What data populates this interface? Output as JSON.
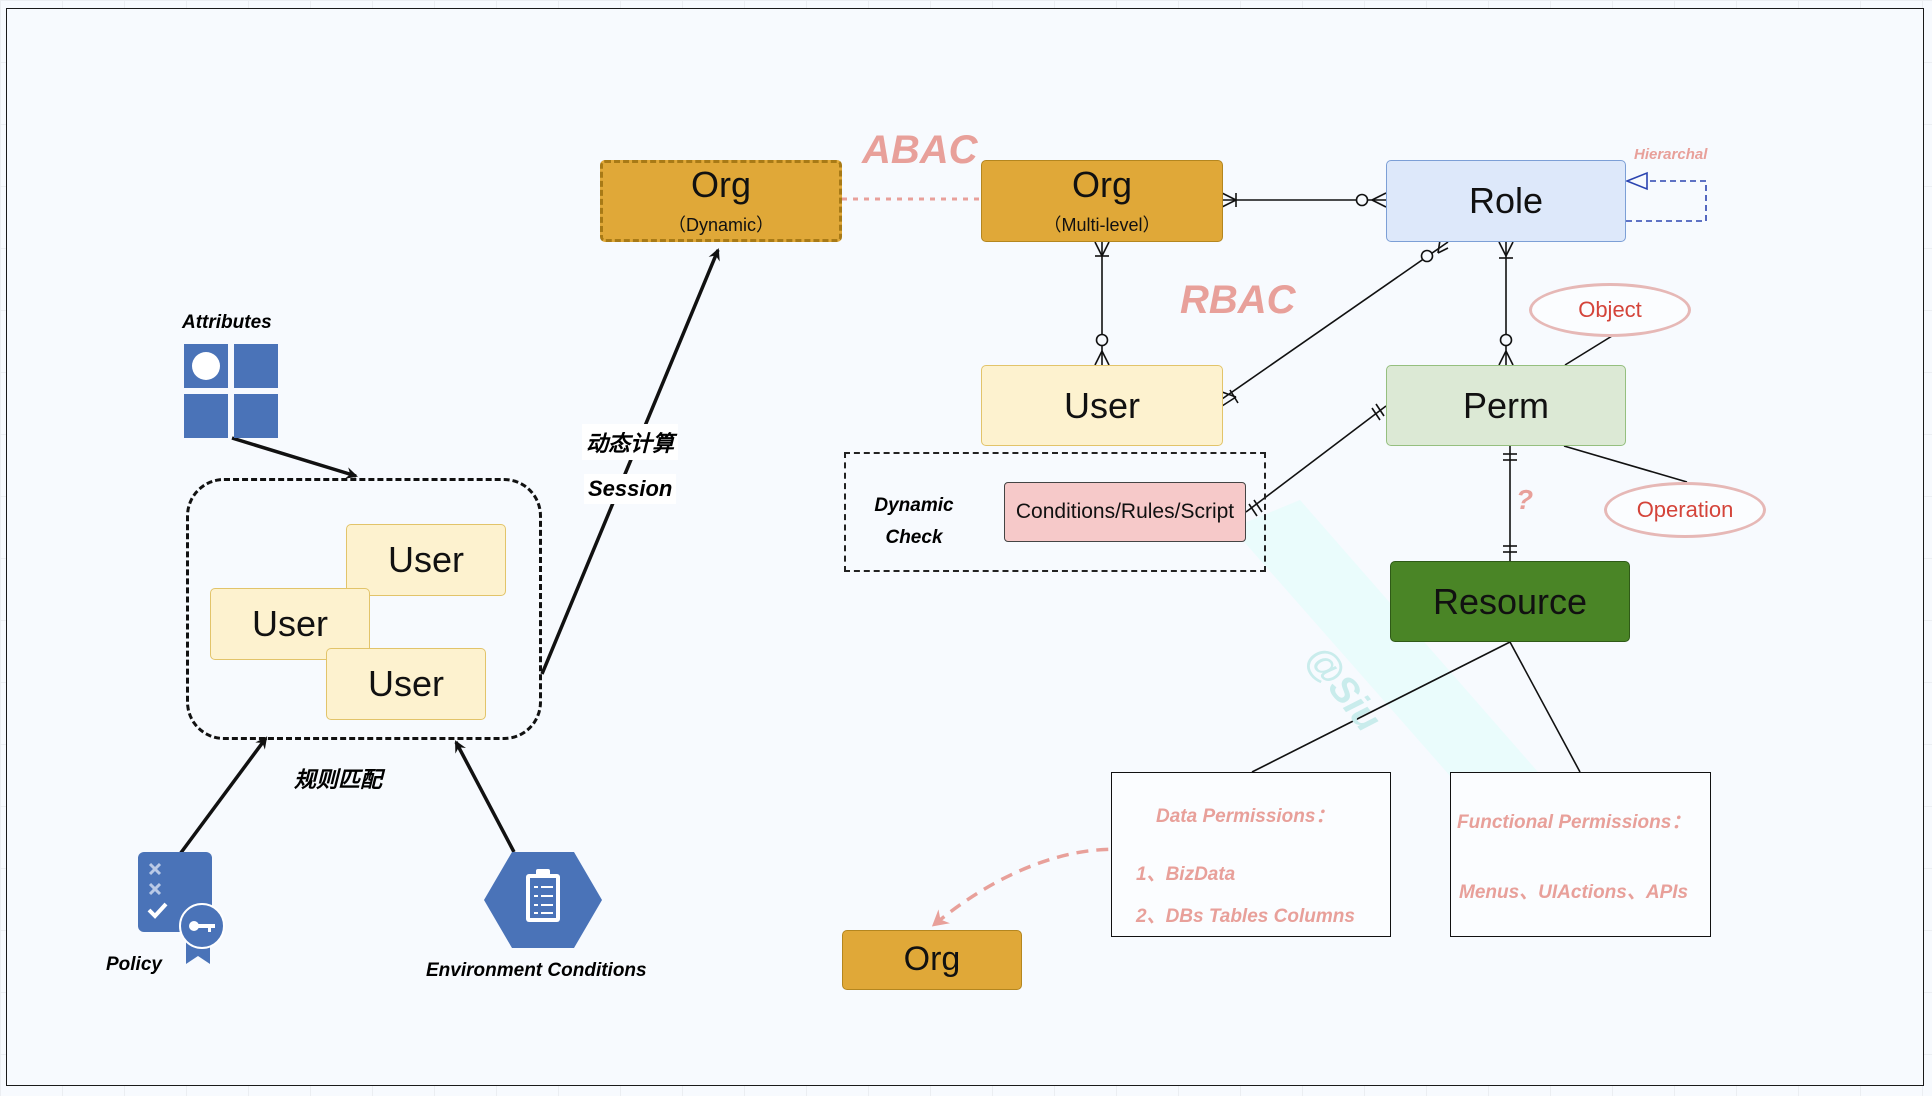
{
  "nodes": {
    "org_dynamic": {
      "title": "Org",
      "subtitle": "（Dynamic）"
    },
    "org_multilevel": {
      "title": "Org",
      "subtitle": "（Multi-level）"
    },
    "role": {
      "title": "Role"
    },
    "user": {
      "title": "User"
    },
    "perm": {
      "title": "Perm"
    },
    "resource": {
      "title": "Resource"
    },
    "condition": {
      "title": "Conditions/Rules/Script"
    },
    "org_bottom": {
      "title": "Org"
    },
    "user_group": [
      "User",
      "User",
      "User"
    ],
    "object": {
      "title": "Object"
    },
    "operation": {
      "title": "Operation"
    }
  },
  "labels": {
    "abac": "ABAC",
    "rbac": "RBAC",
    "hierarchal": "Hierarchal",
    "attributes": "Attributes",
    "policy": "Policy",
    "environment": "Environment Conditions",
    "rule_match": "规则匹配",
    "dynamic_calc": "动态计算",
    "session": "Session",
    "dynamic_check_line1": "Dynamic",
    "dynamic_check_line2": "Check",
    "question": "?",
    "watermark": "@Siu"
  },
  "data_permissions": {
    "title": "Data Permissions：",
    "items": [
      "1、BizData",
      "2、DBs Tables Columns"
    ]
  },
  "functional_permissions": {
    "title": "Functional Permissions：",
    "items": [
      "Menus、UIActions、APIs"
    ]
  },
  "icons": {
    "attributes": "grid-icon",
    "policy": "policy-icon",
    "environment": "clipboard-hexagon-icon"
  },
  "colors": {
    "org": "#e0a838",
    "user": "#fdf2cf",
    "role": "#dde8fa",
    "perm": "#dce9d5",
    "resource": "#4a8526",
    "condition": "#f6c9c9",
    "accent_pink": "#e8a09a",
    "icon_blue": "#4a73b8"
  }
}
